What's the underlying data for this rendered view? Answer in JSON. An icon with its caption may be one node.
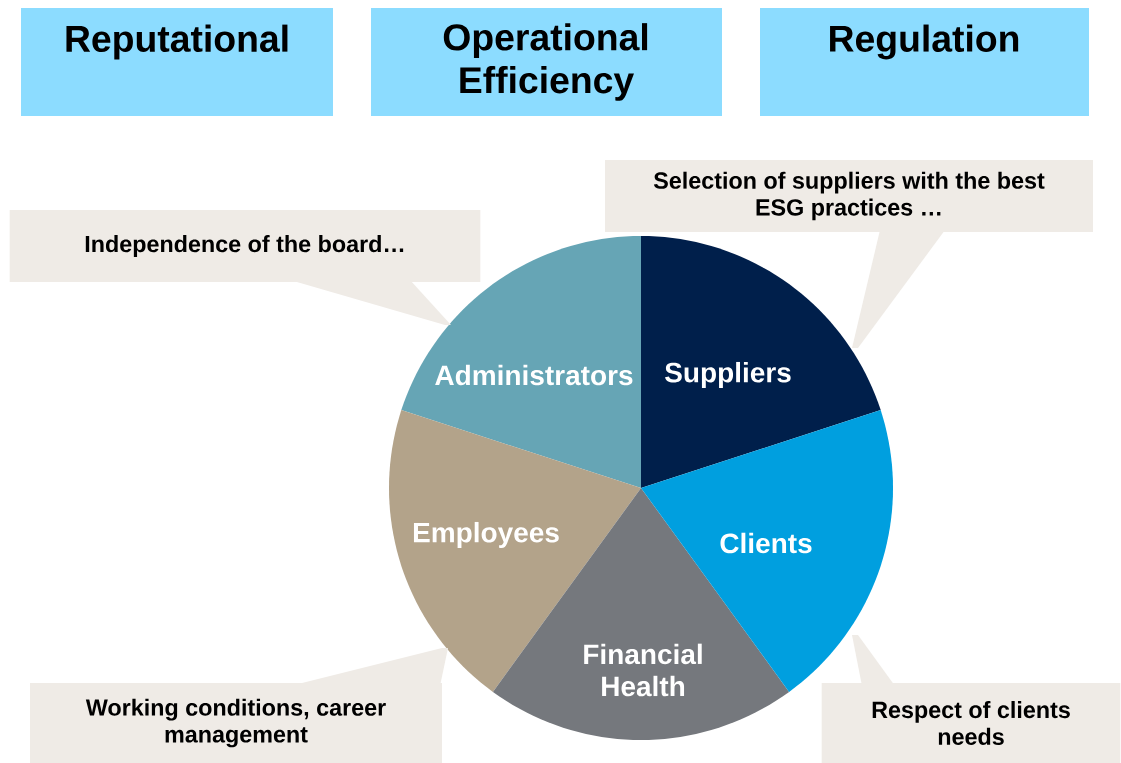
{
  "diagram": {
    "nodes": [
      {
        "text": [
          "Reputational"
        ]
      },
      {
        "text": [
          "Operational Efficiency"
        ]
      },
      {
        "text": [
          "Regulation"
        ]
      },
      {
        "text": [
          "Independence of the board…"
        ]
      },
      {
        "text": [
          "Selection of suppliers with the best ESG practices …"
        ]
      },
      {
        "text": [
          "Administrators"
        ]
      },
      {
        "text": [
          "Suppliers"
        ]
      },
      {
        "text": [
          "Employees"
        ]
      },
      {
        "text": [
          "Financial Health"
        ]
      },
      {
        "text": [
          "Clients"
        ]
      },
      {
        "text": [
          "Working conditions, career management"
        ]
      },
      {
        "text": [
          "Respect of clients needs"
        ]
      }
    ],
    "edges": [
      {
        "from": 3,
        "to": 5,
        "arrow": "none"
      },
      {
        "from": 4,
        "to": 6,
        "arrow": "none"
      },
      {
        "from": 10,
        "to": 7,
        "arrow": "none"
      },
      {
        "from": 11,
        "to": 9,
        "arrow": "none"
      }
    ]
  }
}
